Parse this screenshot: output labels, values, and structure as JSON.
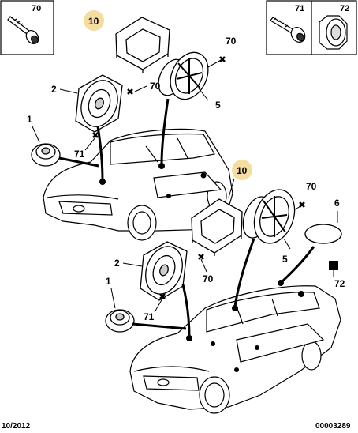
{
  "labels": {
    "box_screw": "70",
    "box_screw2": "71",
    "box_cap": "72",
    "seal_top": "10",
    "seal_bottom": "10",
    "screw_top": "70",
    "screw_mid": "70",
    "screw_bottom": "70",
    "speaker_rear_top": "5",
    "speaker_rear_bottom": "5",
    "speaker_front_top": "2",
    "speaker_front_bottom": "2",
    "tweeter_top": "1",
    "tweeter_bottom": "1",
    "clip_top": "71",
    "clip_bottom": "71",
    "cover": "6",
    "bracket": "72"
  },
  "footer": {
    "date": "10/2012",
    "ref": "00003289"
  },
  "colors": {
    "highlight": "#f5dca0",
    "line": "#000000",
    "fill": "#ffffff"
  }
}
